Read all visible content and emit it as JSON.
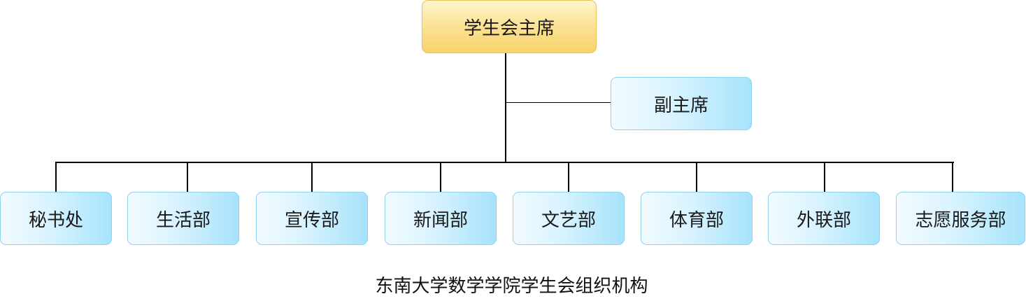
{
  "chart": {
    "chair": "学生会主席",
    "vice_chair": "副主席",
    "departments": [
      "秘书处",
      "生活部",
      "宣传部",
      "新闻部",
      "文艺部",
      "体育部",
      "外联部",
      "志愿服务部"
    ],
    "caption": "东南大学数学学院学生会组织机构"
  },
  "colors": {
    "chair_fill": "#fbe08f",
    "chair_border": "#e8c15a",
    "node_fill": "#d8f3ff",
    "node_border": "#8dd3ef",
    "connector": "#000000"
  }
}
